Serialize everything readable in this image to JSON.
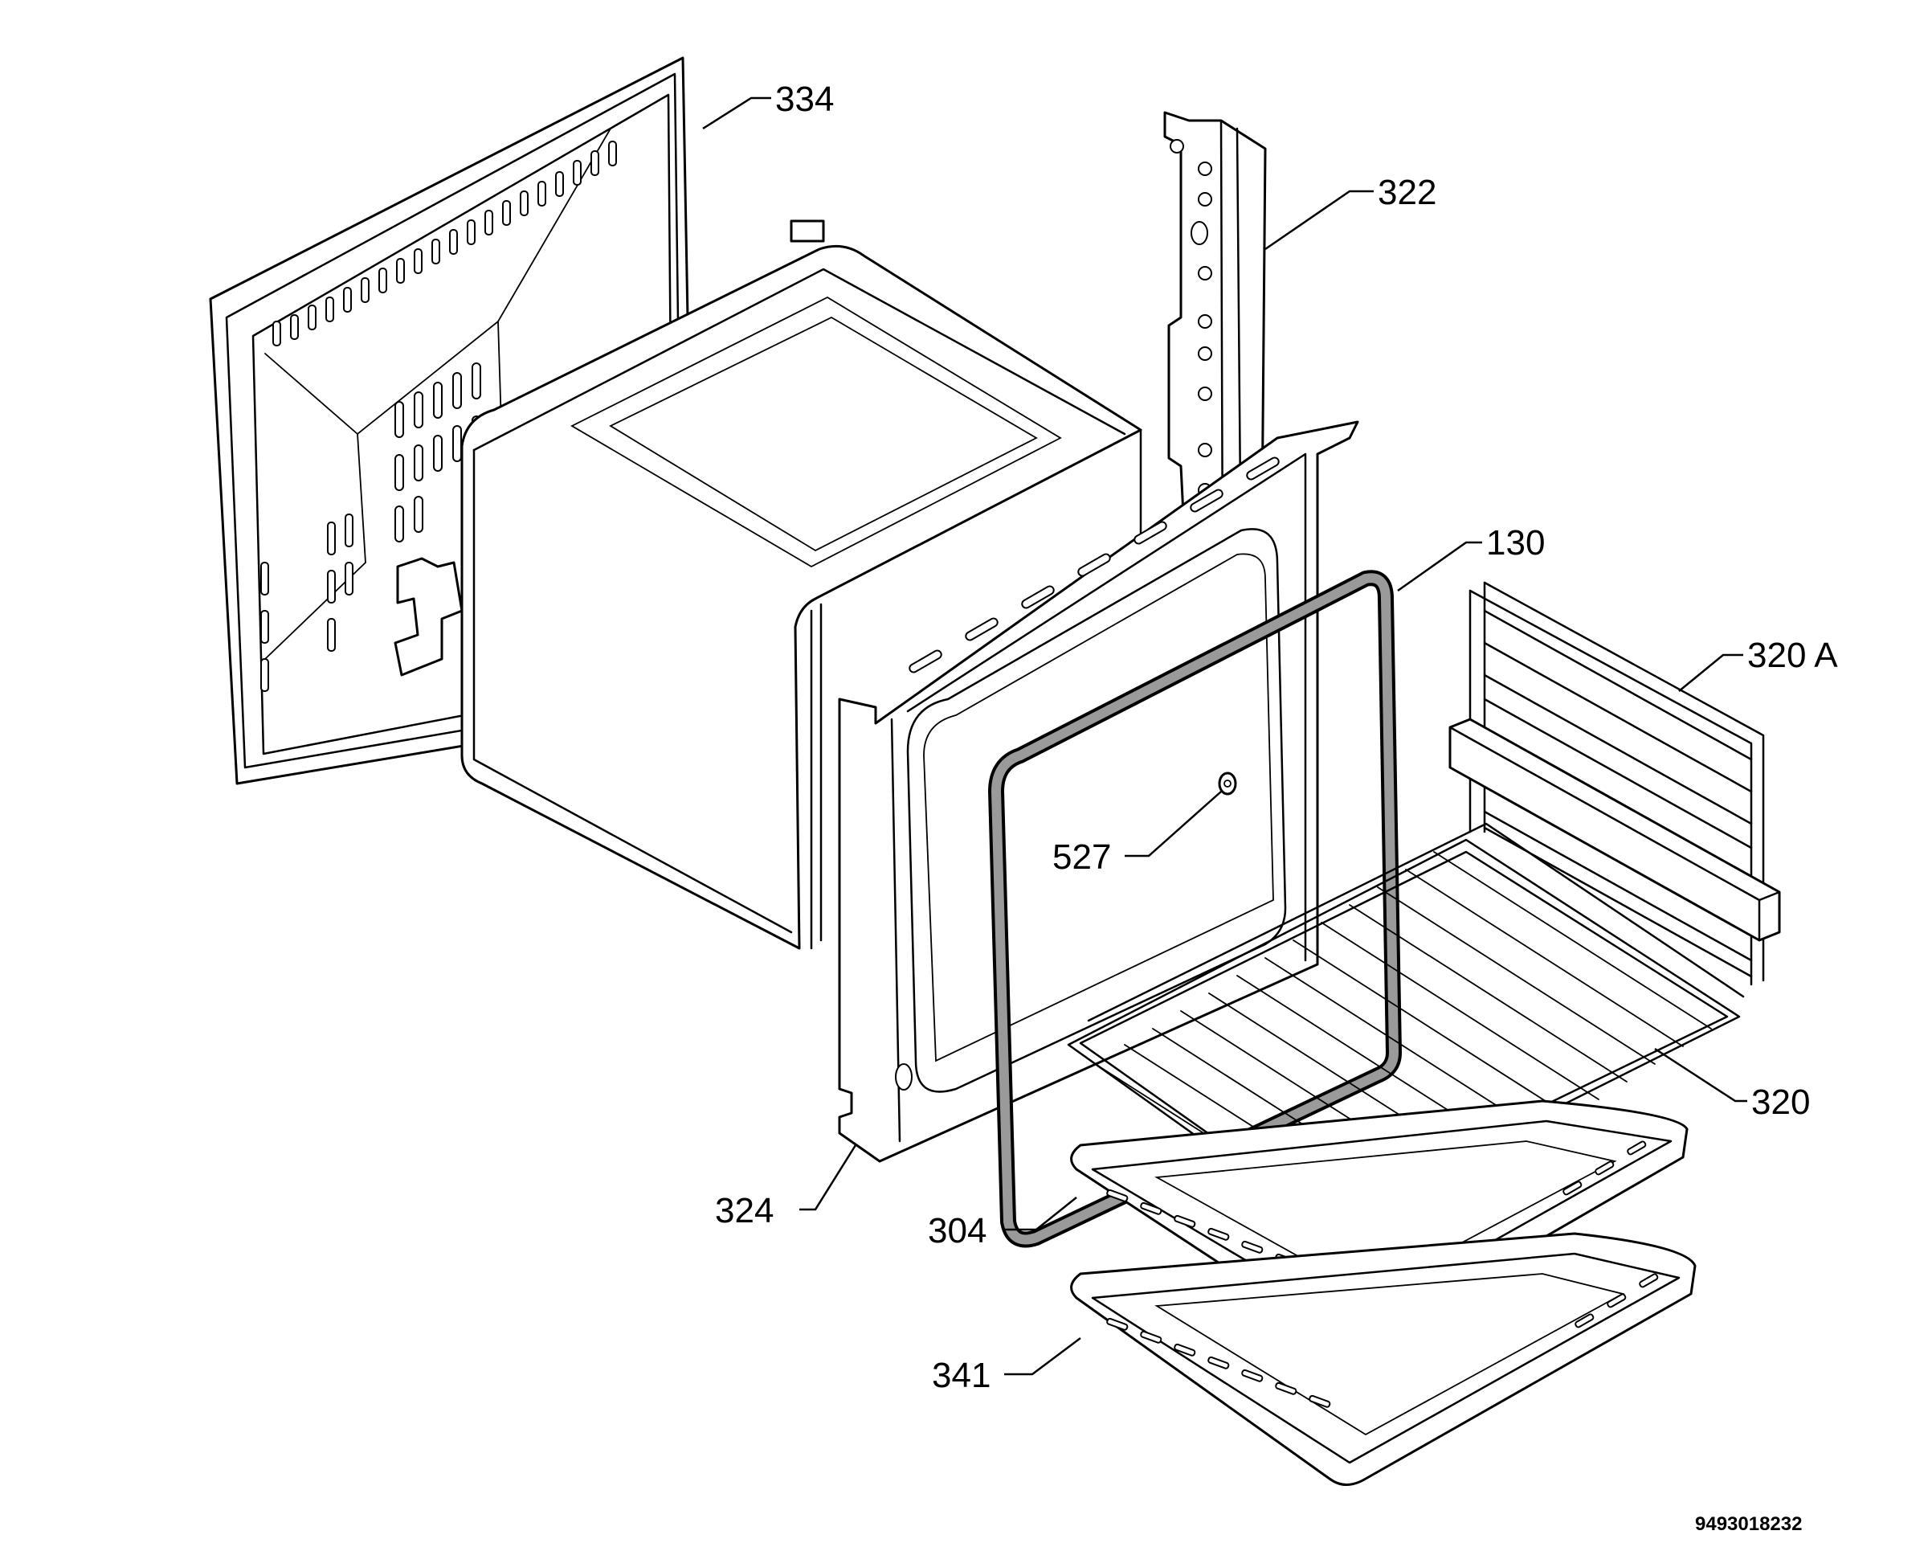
{
  "callouts": {
    "p334": "334",
    "p322": "322",
    "p130": "130",
    "p320a": "320 A",
    "p527": "527",
    "p320": "320",
    "p324": "324",
    "p304": "304",
    "p341": "341"
  },
  "drawing_number": "9493018232"
}
